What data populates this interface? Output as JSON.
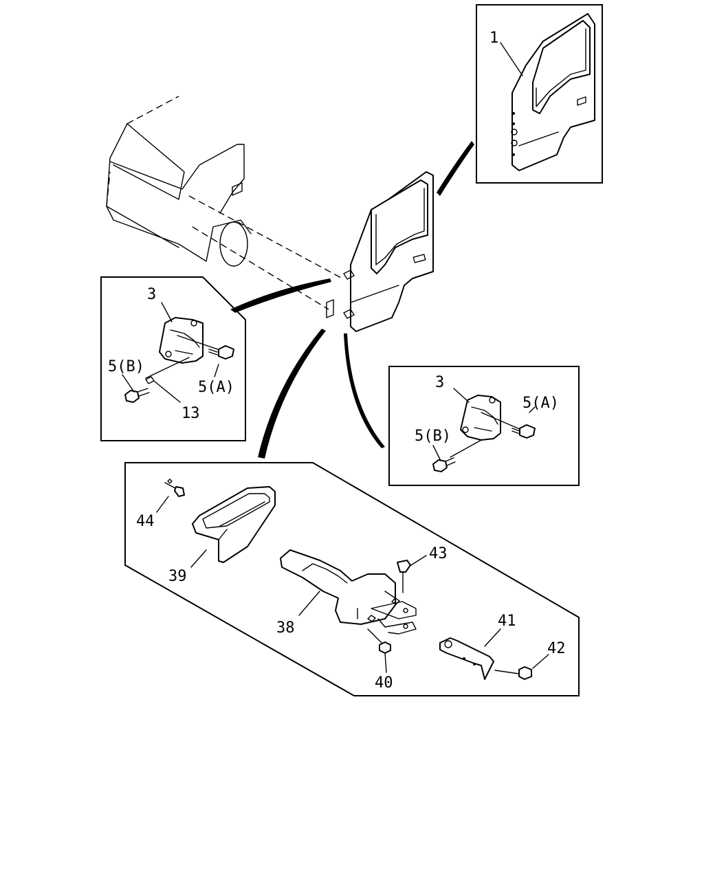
{
  "callouts": {
    "door_assembly": "1",
    "hinge_upper": "3",
    "bolt_a_upper": "5(A)",
    "bolt_b_upper": "5(B)",
    "washer": "13",
    "hinge_lower": "3",
    "bolt_a_lower": "5(A)",
    "bolt_b_lower": "5(B)",
    "checker": "38",
    "checker_cover": "39",
    "nut": "40",
    "bracket": "41",
    "bracket_bolt": "42",
    "pin": "43",
    "clip": "44"
  }
}
